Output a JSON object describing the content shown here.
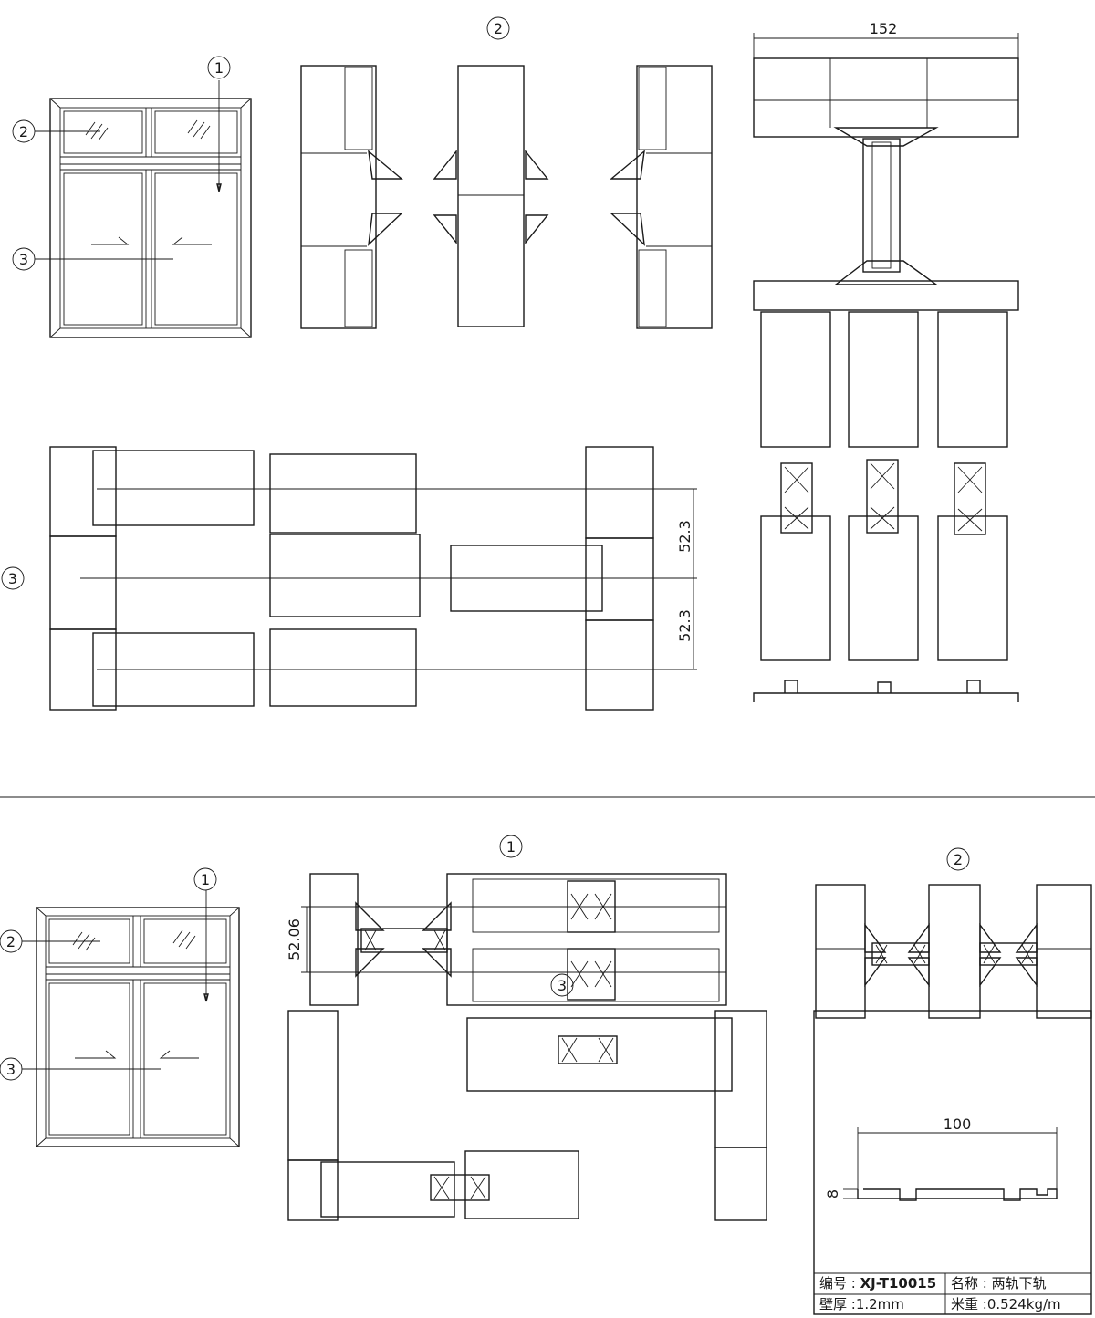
{
  "callouts": {
    "one": "1",
    "two": "2",
    "three": "3"
  },
  "top": {
    "dims": {
      "frame_width": "152",
      "interlock_upper": "52.3",
      "interlock_lower": "52.3"
    }
  },
  "bottom": {
    "dims": {
      "mullion": "52.06"
    }
  },
  "profile_card": {
    "dim_width": "100",
    "dim_height": "8",
    "code_label": "编号 : ",
    "code_value": "XJ-T10015",
    "name_label": "名称 : ",
    "name_value": "两轨下轨",
    "thickness_label": "壁厚 :",
    "thickness_value": "1.2mm",
    "weight_label": "米重 :",
    "weight_value": "0.524kg/m"
  }
}
